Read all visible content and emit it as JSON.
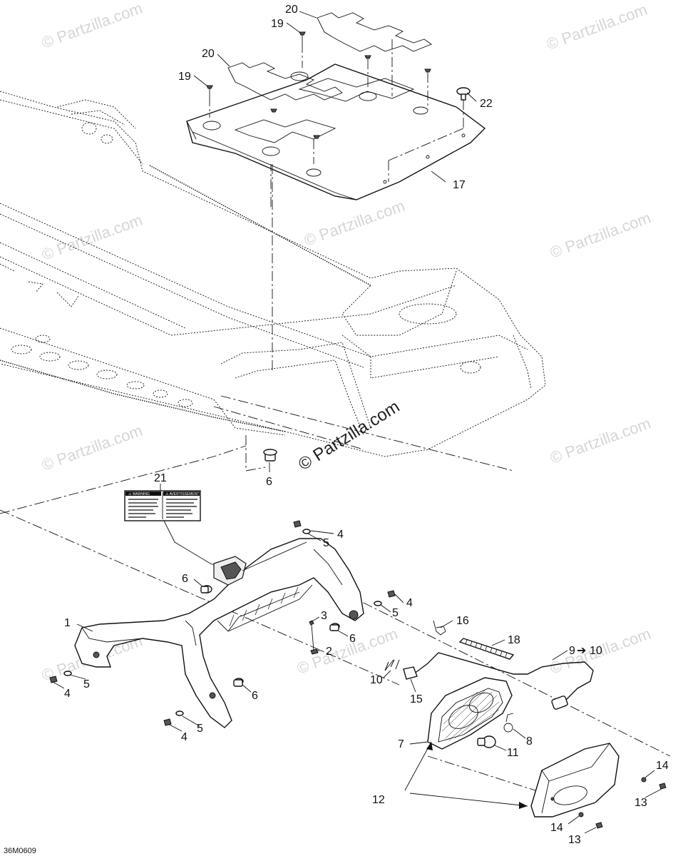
{
  "diagram_code": "36M0609",
  "watermark": "© Partzilla.com",
  "colors": {
    "line": "#111111",
    "watermark": "#d6d6d6",
    "background": "#ffffff"
  },
  "callouts": {
    "c1": "1",
    "c2": "2",
    "c3": "3",
    "c4a": "4",
    "c4b": "4",
    "c4c": "4",
    "c4d": "4",
    "c5a": "5",
    "c5b": "5",
    "c5c": "5",
    "c5d": "5",
    "c6a": "6",
    "c6b": "6",
    "c6c": "6",
    "c6d": "6",
    "c7": "7",
    "c8": "8",
    "c9": "9",
    "c10a": "10",
    "c10b": "10",
    "c11": "11",
    "c12": "12",
    "c13a": "13",
    "c13b": "13",
    "c14a": "14",
    "c14b": "14",
    "c15": "15",
    "c16": "16",
    "c17": "17",
    "c18": "18",
    "c19a": "19",
    "c19b": "19",
    "c20a": "20",
    "c20b": "20",
    "c21": "21",
    "c22": "22"
  },
  "arrow_symbol": "➔",
  "decal": {
    "left_heading": "⚠ WARNING",
    "right_heading": "⚠ AVERTISSEMENT"
  }
}
